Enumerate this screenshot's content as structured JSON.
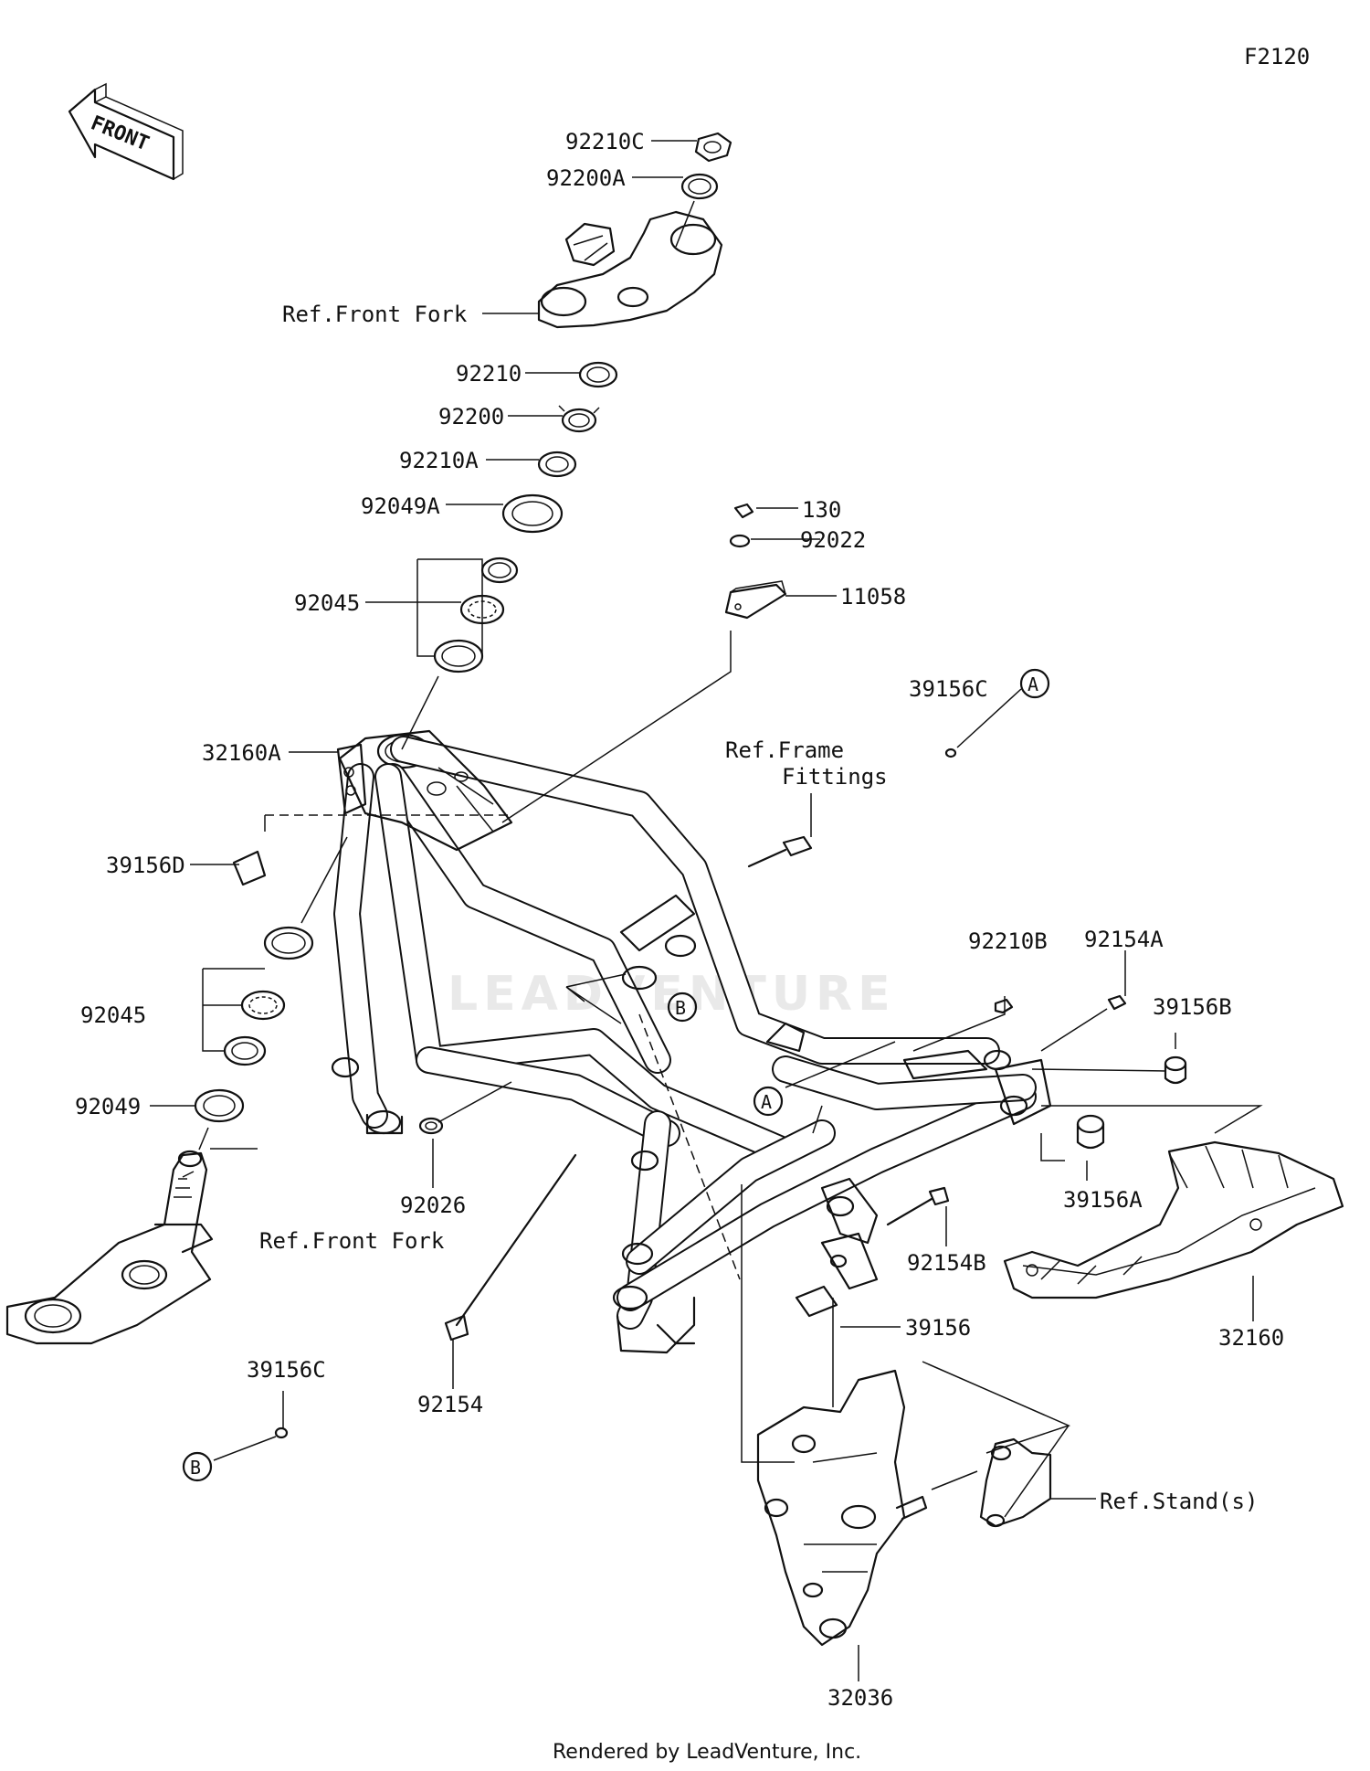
{
  "figure_code": "F2120",
  "front_arrow_label": "FRONT",
  "watermark": "LEADVENTURE",
  "footer": "Rendered by LeadVenture, Inc.",
  "labels": {
    "p92210C": "92210C",
    "p92200A": "92200A",
    "ref_front_fork_top": "Ref.Front Fork",
    "p92210": "92210",
    "p92200": "92200",
    "p92210A": "92210A",
    "p92049A": "92049A",
    "p92045_top": "92045",
    "p130": "130",
    "p92022": "92022",
    "p11058": "11058",
    "p39156C_top": "39156C",
    "callout_a_top": "A",
    "p32160A": "32160A",
    "ref_frame_fittings_1": "Ref.Frame",
    "ref_frame_fittings_2": "Fittings",
    "p39156D": "39156D",
    "p92210B": "92210B",
    "p92154A": "92154A",
    "p39156B": "39156B",
    "p92045_bottom": "92045",
    "callout_b_frame": "B",
    "callout_a_frame": "A",
    "p92049": "92049",
    "p92026": "92026",
    "p39156A": "39156A",
    "ref_front_fork_bottom": "Ref.Front Fork",
    "p92154B": "92154B",
    "p32160": "32160",
    "p39156": "39156",
    "p39156C_bottom": "39156C",
    "p92154": "92154",
    "callout_b_bottom": "B",
    "ref_stands": "Ref.Stand(s)",
    "p32036": "32036"
  }
}
